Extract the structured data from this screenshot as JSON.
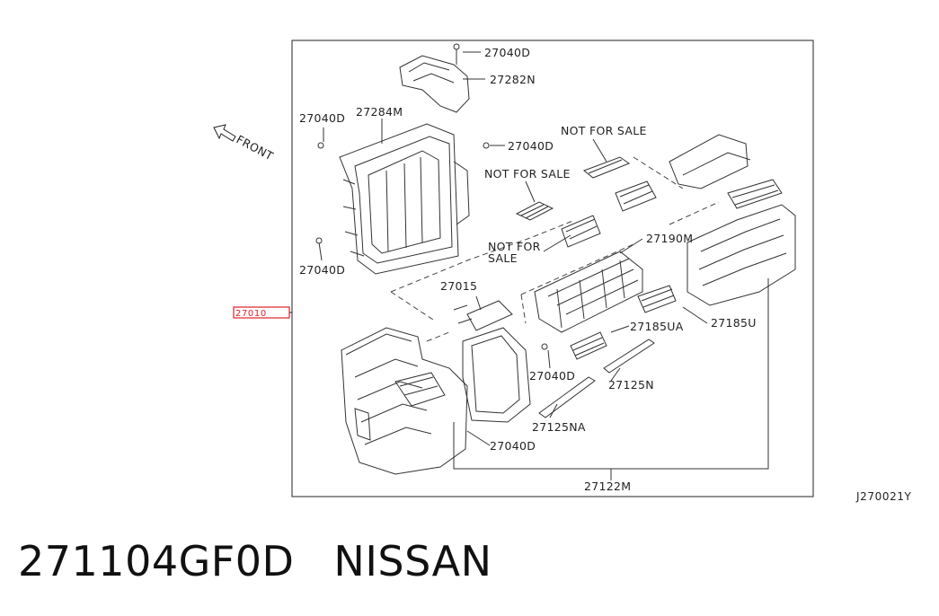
{
  "diagram": {
    "labels": {
      "p27040D_top": "27040D",
      "p27282N": "27282N",
      "p27040D_left_top": "27040D",
      "p27284M": "27284M",
      "p27040D_mid": "27040D",
      "p27040D_left_bottom": "27040D",
      "not_for_sale_1": "NOT FOR SALE",
      "not_for_sale_2": "NOT FOR SALE",
      "not_for_sale_3a": "NOT FOR",
      "not_for_sale_3b": "SALE",
      "p27190M": "27190M",
      "p27015": "27015",
      "p27185UA": "27185UA",
      "p27185U": "27185U",
      "p27040D_center": "27040D",
      "p27125N": "27125N",
      "p27125NA": "27125NA",
      "p27040D_bottom": "27040D",
      "p27122M": "27122M",
      "p27010_highlight": "27010",
      "front": "FRONT"
    },
    "reference_code": "J270021Y",
    "highlight_color": "#e0202a"
  },
  "footer": {
    "part_number": "271104GF0D",
    "brand": "NISSAN"
  }
}
